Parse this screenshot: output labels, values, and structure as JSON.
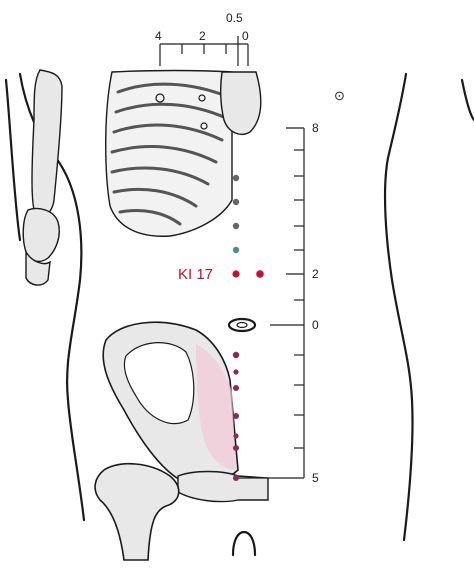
{
  "figure": {
    "colors": {
      "bone_fill": "#e8e8e8",
      "outline": "#1a1a1a",
      "rib_hatch": "#555555",
      "point_red": "#c8102e",
      "point_gray": "#666666",
      "point_teal": "#4a8f8a",
      "pink_tint": "#f3c9d8"
    },
    "top_scale": {
      "ticks": [
        "4",
        "2",
        "0"
      ],
      "half": "0.5"
    },
    "vertical_scale": {
      "ticks": [
        "8",
        "2",
        "0",
        "5"
      ]
    },
    "point_label": "KI 17",
    "nipple_symbol": "⊙"
  }
}
